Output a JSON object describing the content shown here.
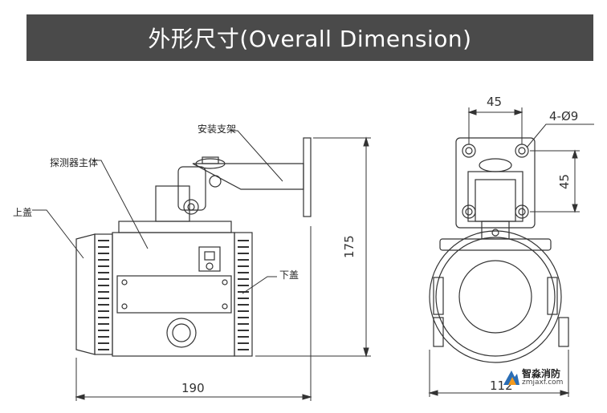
{
  "header": {
    "title": "外形尺寸(Overall Dimension)"
  },
  "labels": {
    "bracket": "安装支架",
    "main_body": "探测器主体",
    "top_cover": "上盖",
    "bottom_cover": "下盖"
  },
  "dimensions": {
    "width_190": "190",
    "height_175": "175",
    "width_112": "112",
    "bracket_45_horizontal": "45",
    "bracket_45_vertical": "45",
    "holes": "4-Ø9"
  },
  "watermark": {
    "name": "智淼消防",
    "url": "zmjaxf.com"
  },
  "colors": {
    "banner": "#4a4a4a",
    "line": "#333333",
    "accent_blue": "#2a6db5",
    "accent_orange": "#f29a1f"
  }
}
